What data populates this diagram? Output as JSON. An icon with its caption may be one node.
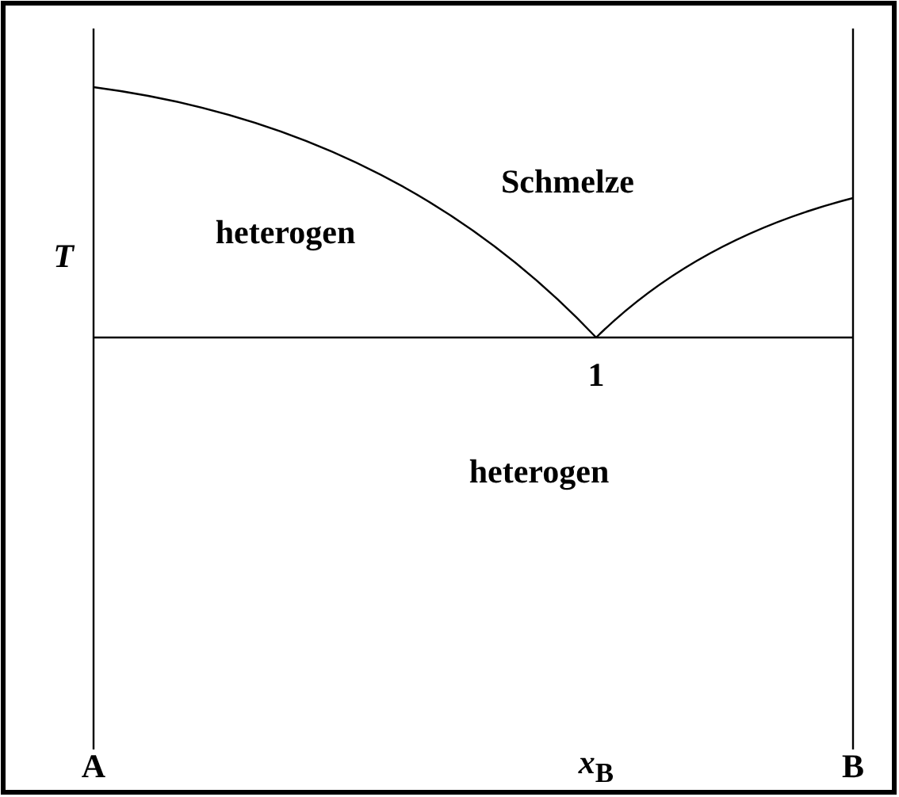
{
  "diagram": {
    "labels": [
      "Schmelze",
      "T",
      "heterogen",
      "1",
      "heterogen",
      "A",
      "*x*$_{B}$",
      "B"
    ]
  }
}
